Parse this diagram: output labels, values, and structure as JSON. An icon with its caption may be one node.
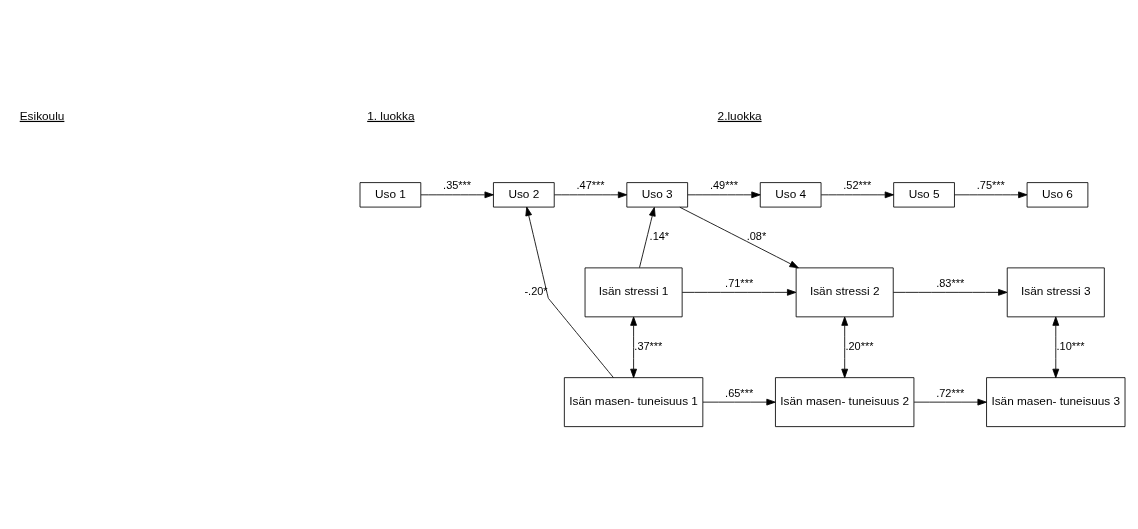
{
  "diagram": {
    "nodes": [
      {
        "text": [
          "Uso 1"
        ]
      },
      {
        "text": [
          "Uso 2"
        ]
      },
      {
        "text": [
          "Uso 3"
        ]
      },
      {
        "text": [
          "Uso 4"
        ]
      },
      {
        "text": [
          "Uso 5"
        ]
      },
      {
        "text": [
          "Uso 6"
        ]
      },
      {
        "text": [
          "Isän stressi 1"
        ]
      },
      {
        "text": [
          "Isän stressi 2"
        ]
      },
      {
        "text": [
          "Isän stressi 3"
        ]
      },
      {
        "text": [
          "Isän masen- tuneisuus 1"
        ]
      },
      {
        "text": [
          "Isän masen- tuneisuus 2"
        ]
      },
      {
        "text": [
          "Isän masen- tuneisuus 3"
        ]
      }
    ],
    "edges": [
      {
        "from": 0,
        "to": 1,
        "arrow": "to",
        "label": ".35***"
      },
      {
        "from": 1,
        "to": 2,
        "arrow": "to",
        "label": ".47***"
      },
      {
        "from": 2,
        "to": 3,
        "arrow": "to",
        "label": ".49***"
      },
      {
        "from": 3,
        "to": 4,
        "arrow": "to",
        "label": ".52***"
      },
      {
        "from": 4,
        "to": 5,
        "arrow": "to",
        "label": ".75***"
      },
      {
        "from": 9,
        "to": 1,
        "arrow": "to",
        "label": "-.20*"
      },
      {
        "from": 6,
        "to": 2,
        "arrow": "to",
        "label": ".14*"
      },
      {
        "from": 2,
        "to": 7,
        "arrow": "to",
        "label": ".08*"
      },
      {
        "from": 6,
        "to": 7,
        "arrow": "to",
        "label": ".71***"
      },
      {
        "from": 7,
        "to": 8,
        "arrow": "to",
        "label": ".83***"
      },
      {
        "from": 6,
        "to": 9,
        "arrow": "both",
        "label": ".37***"
      },
      {
        "from": 7,
        "to": 10,
        "arrow": "both",
        "label": ".20***"
      },
      {
        "from": 8,
        "to": 11,
        "arrow": "both",
        "label": ".10***"
      },
      {
        "from": 9,
        "to": 10,
        "arrow": "to",
        "label": ".65***"
      },
      {
        "from": 10,
        "to": 11,
        "arrow": "to",
        "label": ".72***"
      }
    ],
    "labels": [
      "Esikoulu",
      "1. luokka",
      "2.luokka"
    ]
  }
}
